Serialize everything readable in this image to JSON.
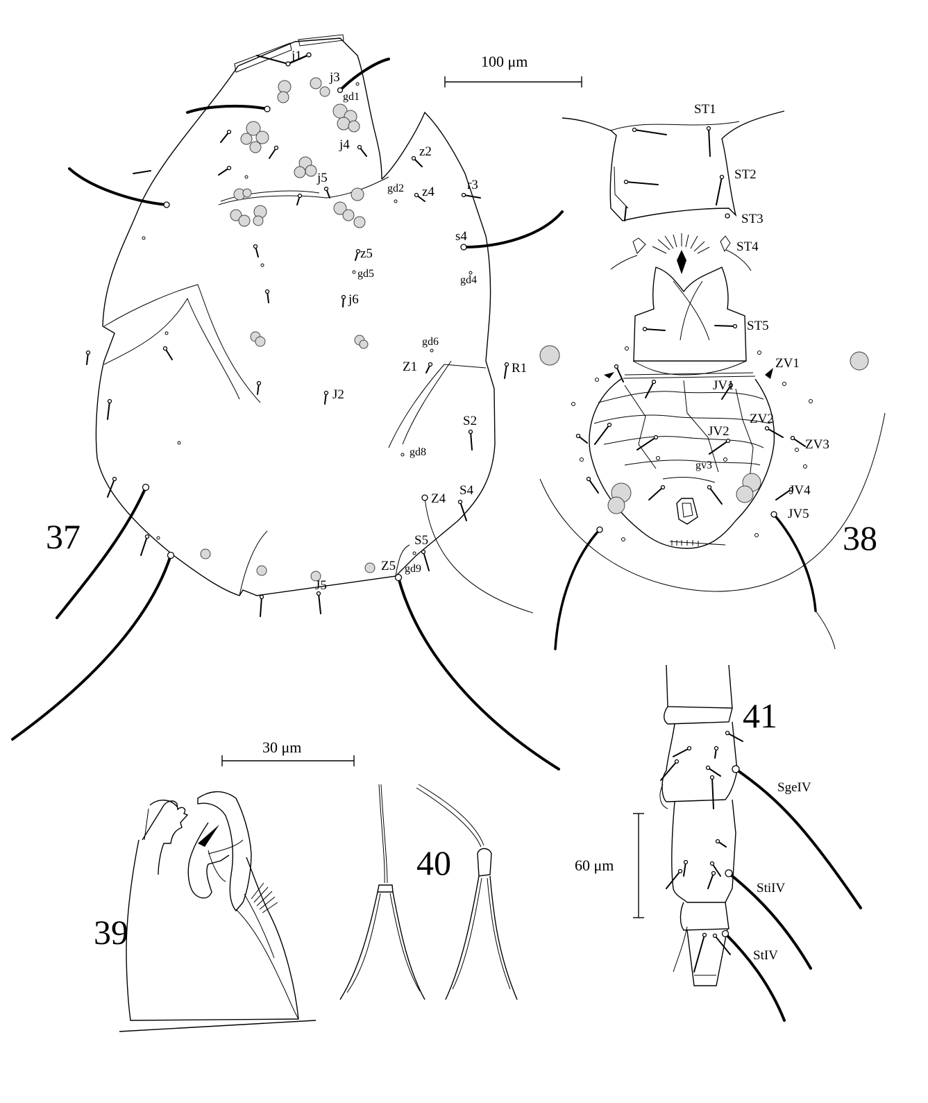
{
  "figure": {
    "panel_numbers": [
      "37",
      "38",
      "39",
      "40",
      "41"
    ],
    "scale_bars": {
      "top": "100 μm",
      "middle": "30 μm",
      "leg": "60 μm"
    },
    "dorsal_labels": [
      "j1",
      "j3",
      "gd1",
      "j4",
      "z2",
      "j5",
      "gd2",
      "z4",
      "r3",
      "s4",
      "z5",
      "gd5",
      "gd4",
      "j6",
      "gd6",
      "Z1",
      "R1",
      "J2",
      "S2",
      "gd8",
      "Z4",
      "S4",
      "S5",
      "Z5",
      "gd9",
      "J5"
    ],
    "ventral_labels": [
      "ST1",
      "ST2",
      "ST3",
      "ST4",
      "ST5",
      "ZV1",
      "JV1",
      "ZV2",
      "JV2",
      "ZV3",
      "gv3",
      "JV4",
      "JV5"
    ],
    "leg_labels": [
      "SgeIV",
      "StiIV",
      "StIV"
    ]
  }
}
